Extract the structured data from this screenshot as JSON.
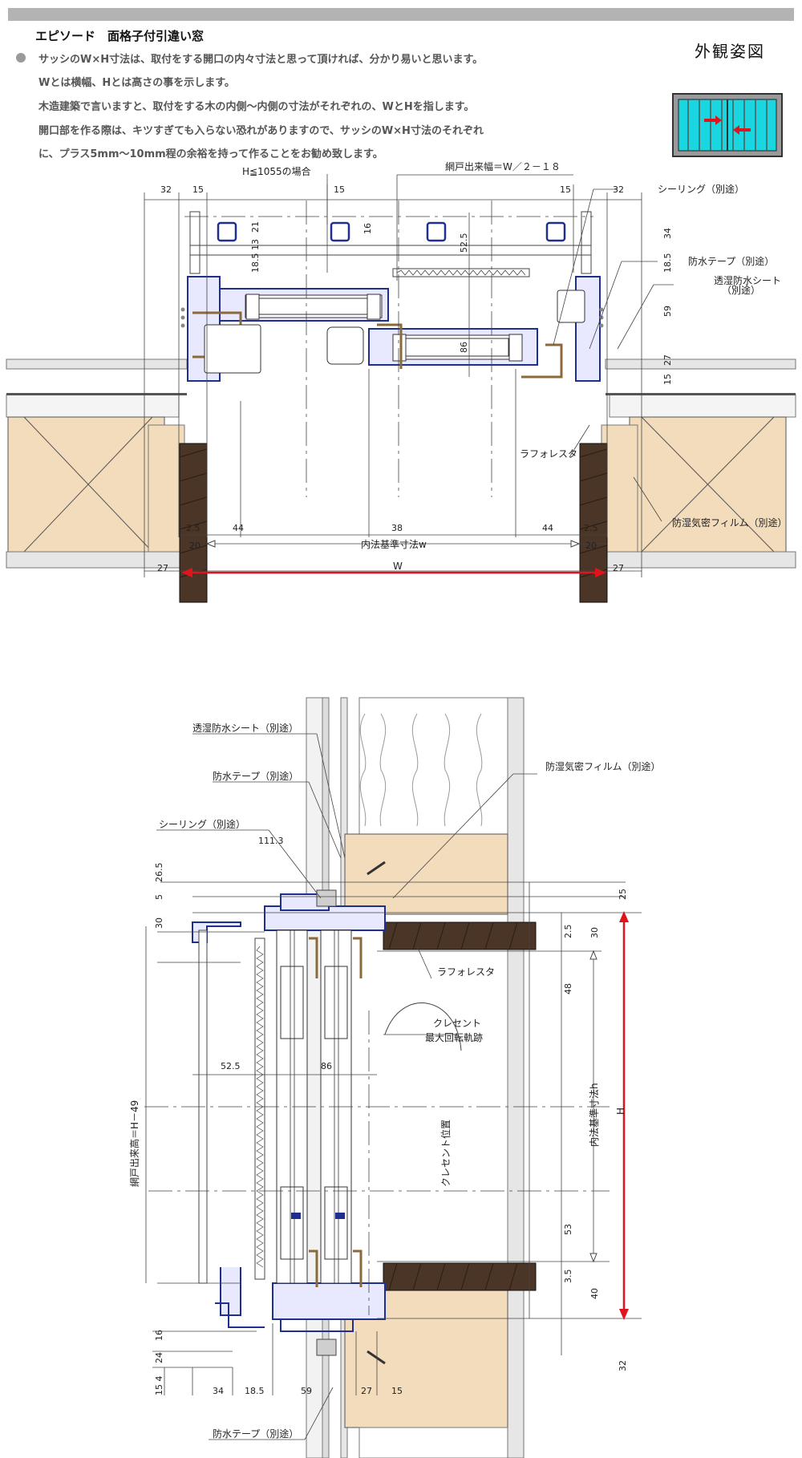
{
  "header": {
    "title": "エピソード　面格子付引違い窓",
    "lines": [
      "サッシのW×H寸法は、取付をする開口の内々寸法と思って頂ければ、分かり易いと思います。",
      "Wとは横幅、Hとは高さの事を示します。",
      "木造建築で言いますと、取付をする木の内側～内側の寸法がそれぞれの、WとHを指します。",
      "開口部を作る際は、キツすぎても入らない恐れがありますので、サッシのW×H寸法のそれぞれ",
      "に、プラス5mm～10mm程の余裕を持って作ることをお勧め致します。"
    ],
    "exterior_title": "外観姿図"
  },
  "colors": {
    "bar": "#b3b3b3",
    "glass": "#19d6e0",
    "wood": "#f2dcbc",
    "lath": "#4a3526",
    "frame": "#1f2f8f",
    "red": "#e0141c"
  },
  "plan": {
    "labels": {
      "h_note": "H≦1055の場合",
      "screen_width": "網戸出来幅＝W／２－１８",
      "sealing": "シーリング（別途）",
      "tape": "防水テープ（別途）",
      "sheet_1": "透湿防水シート",
      "sheet_2": "（別途）",
      "lath": "ラフォレスタ",
      "film": "防湿気密フィルム（別途）",
      "inner_w": "内法基準寸法w",
      "W": "W"
    },
    "dims": {
      "d32l": "32",
      "d15l": "15",
      "d15m": "15",
      "d15r": "15",
      "d32r": "32",
      "d21": "21",
      "d16": "16",
      "d13": "18.5 13",
      "d525": "52.5",
      "d34": "34",
      "d185": "18.5",
      "d59": "59",
      "d86": "86",
      "d27": "27",
      "d15b": "15",
      "d25l": "2.5",
      "d44l": "44",
      "d38": "38",
      "d44r": "44",
      "d25r": "2.5",
      "d20l": "20",
      "d20r": "20",
      "d27l": "27",
      "d27r": "27"
    }
  },
  "section": {
    "labels": {
      "sheet": "透湿防水シート（別途）",
      "tape_top": "防水テープ（別途）",
      "film": "防湿気密フィルム（別途）",
      "sealing": "シーリング（別途）",
      "lath": "ラフォレスタ",
      "crescent_1": "クレセント",
      "crescent_2": "最大回転軌跡",
      "crescent_pos": "クレセント位置",
      "screen_height": "網戸出来高＝H－49",
      "inner_h": "内法基準寸法h",
      "H": "H",
      "tape_bottom": "防水テープ（別途）"
    },
    "dims": {
      "d1113": "111.3",
      "d265": "26.5",
      "d5": "5",
      "d30l": "30",
      "d25": "25",
      "d25b": "2.5",
      "d30r": "30",
      "d48": "48",
      "d525": "52.5",
      "d86": "86",
      "d53": "53",
      "d35": "3.5",
      "d40": "40",
      "d16": "16",
      "d24": "24",
      "d154": "15 4",
      "d32": "32",
      "d34": "34",
      "d185": "18.5",
      "d59": "59",
      "d27": "27",
      "d15": "15"
    }
  }
}
